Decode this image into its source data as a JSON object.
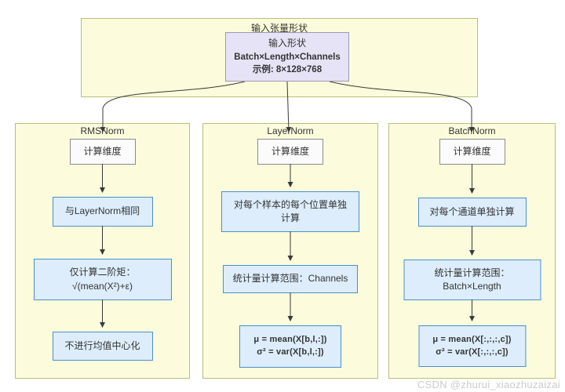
{
  "input_section": {
    "title": "输入张量形状",
    "box": {
      "line1": "输入形状",
      "line2": "Batch×Length×Channels",
      "line3": "示例: 8×128×768"
    }
  },
  "columns": [
    {
      "title": "RMSNorm",
      "dim_label": "计算维度",
      "steps": [
        {
          "lines": [
            "与LayerNorm相同"
          ]
        },
        {
          "lines": [
            "仅计算二阶矩：",
            "√(mean(X²)+ε)"
          ]
        },
        {
          "lines": [
            "不进行均值中心化"
          ]
        }
      ]
    },
    {
      "title": "LayerNorm",
      "dim_label": "计算维度",
      "steps": [
        {
          "lines": [
            "对每个样本的每个位置单独",
            "计算"
          ]
        },
        {
          "lines": [
            "统计量计算范围：Channels"
          ]
        },
        {
          "lines": [
            "μ = mean(X[b,l,:])",
            "σ² = var(X[b,l,:])"
          ]
        }
      ]
    },
    {
      "title": "BatchNorm",
      "dim_label": "计算维度",
      "steps": [
        {
          "lines": [
            "对每个通道单独计算"
          ]
        },
        {
          "lines": [
            "统计量计算范围：",
            "Batch×Length"
          ]
        },
        {
          "lines": [
            "μ = mean(X[:,:,:,c])",
            "σ² = var(X[:,:,:,c])"
          ]
        }
      ]
    }
  ],
  "watermark": {
    "text": "CSDN @zhurui_xiaozhuzaizai"
  },
  "colors": {
    "container_fill": "#fcfcdc",
    "container_border": "#b9be7a",
    "input_box_fill": "#e7e3f6",
    "input_box_border": "#9d99b5",
    "dim_fill": "#fbfbfb",
    "dim_border": "#8c8c8c",
    "step_fill": "#ddedfb",
    "step_border": "#4a90cc",
    "arrow": "#3a3a3a",
    "text": "#333333",
    "watermark": "#cbcbcb"
  }
}
